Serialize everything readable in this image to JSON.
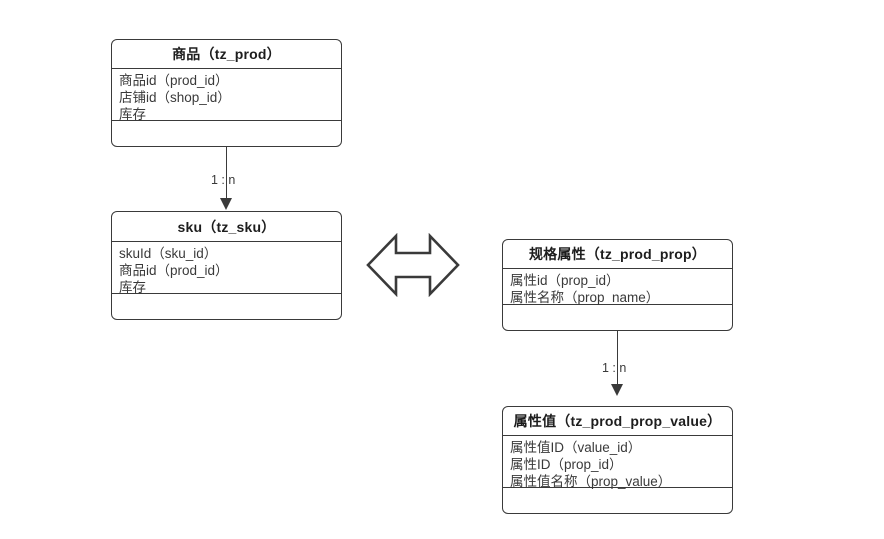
{
  "diagram": {
    "type": "er-class-diagram",
    "background_color": "#ffffff",
    "line_color": "#3a3a3a",
    "text_color": "#3a3a3a",
    "entities": [
      {
        "id": "prod",
        "title": "商品（tz_prod）",
        "attributes": [
          "商品id（prod_id）",
          "店铺id（shop_id）",
          "库存"
        ],
        "operations": []
      },
      {
        "id": "sku",
        "title": "sku（tz_sku）",
        "attributes": [
          "skuId（sku_id）",
          "商品id（prod_id）",
          "库存"
        ],
        "operations": []
      },
      {
        "id": "prop",
        "title": "规格属性（tz_prod_prop）",
        "attributes": [
          "属性id（prop_id）",
          "属性名称（prop_name）"
        ],
        "operations": []
      },
      {
        "id": "prop_value",
        "title": "属性值（tz_prod_prop_value）",
        "attributes": [
          "属性值ID（value_id）",
          "属性ID（prop_id）",
          "属性值名称（prop_value）"
        ],
        "operations": []
      }
    ],
    "connectors": [
      {
        "id": "prod-to-sku",
        "from": "prod",
        "to": "sku",
        "label": "1 : n",
        "arrow": "filled-triangle-down"
      },
      {
        "id": "prop-to-prop-value",
        "from": "prop",
        "to": "prop_value",
        "label": "1 : n",
        "arrow": "filled-triangle-down"
      }
    ],
    "symbols": [
      {
        "id": "sku-prop-relation",
        "name": "double-headed-arrow",
        "direction": "left-right",
        "style": "hollow-outline"
      }
    ]
  }
}
